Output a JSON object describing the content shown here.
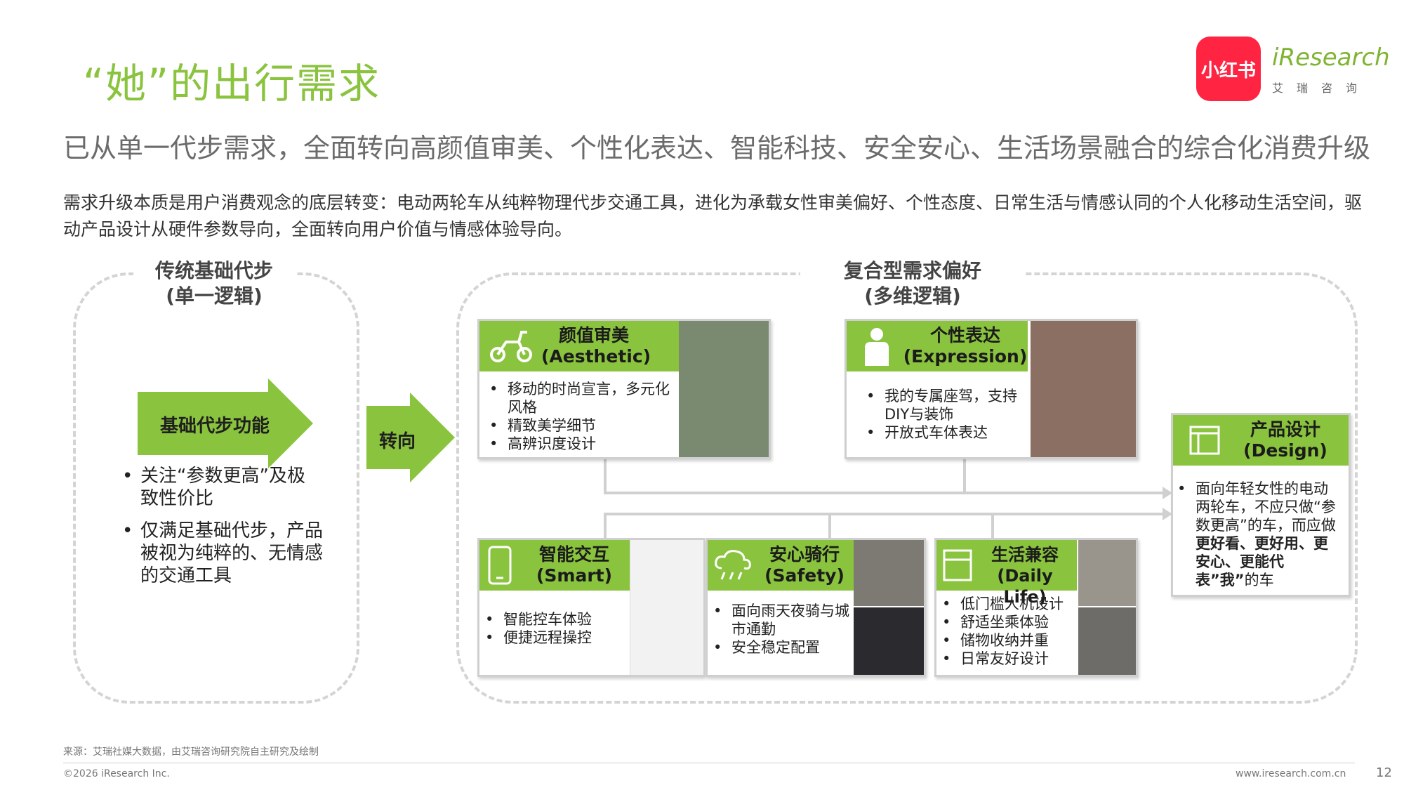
{
  "title": "“她”的出行需求",
  "subtitle": "已从单一代步需求，全面转向高颜值审美、个性化表达、智能科技、安全安心、生活场景融合的综合化消费升级",
  "description": "需求升级本质是用户消费观念的底层转变：电动两轮车从纯粹物理代步交通工具，进化为承载女性审美偏好、个性态度、日常生活与情感认同的个人化移动生活空间，驱动产品设计从硬件参数导向，全面转向用户价值与情感体验导向。",
  "logos": {
    "xhs": "小红书",
    "iresearch": "iResearch",
    "iresearch_cn": "艾瑞咨询"
  },
  "left_section": {
    "title": "传统基础代步",
    "subtitle": "(单一逻辑)",
    "arrow_label": "基础代步功能",
    "bullets": [
      "关注“参数更高”及极致性价比",
      "仅满足基础代步，产品被视为纯粹的、无情感的交通工具"
    ]
  },
  "turn_arrow_label": "转向",
  "right_section": {
    "title": "复合型需求偏好",
    "subtitle": "(多维逻辑)"
  },
  "cards": {
    "aesthetic": {
      "title": "颜值审美",
      "title_en": "(Aesthetic)",
      "icon": "scooter-icon",
      "bullets": [
        "移动的时尚宣言，多元化风格",
        "精致美学细节",
        "高辨识度设计"
      ]
    },
    "expression": {
      "title": "个性表达",
      "title_en": "(Expression)",
      "icon": "person-icon",
      "bullets": [
        "我的专属座驾，支持DIY与装饰",
        "开放式车体表达"
      ]
    },
    "smart": {
      "title": "智能交互",
      "title_en": "(Smart)",
      "icon": "phone-icon",
      "bullets": [
        "智能控车体验",
        "便捷远程操控"
      ]
    },
    "safety": {
      "title": "安心骑行",
      "title_en": "(Safety)",
      "icon": "rain-cloud-icon",
      "bullets": [
        "面向雨天夜骑与城市通勤",
        "安全稳定配置"
      ]
    },
    "daily": {
      "title": "生活兼容",
      "title_en": "(Daily Life)",
      "icon": "storage-box-icon",
      "bullets": [
        "低门槛人机设计",
        "舒适坐乘体验",
        "储物收纳并重",
        "日常友好设计"
      ]
    }
  },
  "design": {
    "title": "产品设计",
    "title_en": "(Design)",
    "text_prefix": "面向年轻女性的电动两轮车，不应只做“参数更高”的车，而应做",
    "text_bold": "更好看、更好用、更安心、更能代表”我”",
    "text_suffix": "的车"
  },
  "footer": {
    "source": "来源：艾瑞社媒大数据，由艾瑞咨询研究院自主研究及绘制",
    "copyright": "©2026 iResearch Inc.",
    "url": "www.iresearch.com.cn",
    "page": "12"
  },
  "colors": {
    "accent": "#8ac33e",
    "title": "#8ac33e",
    "subtitle": "#6b6b6b",
    "xhs_red": "#ff2442"
  }
}
